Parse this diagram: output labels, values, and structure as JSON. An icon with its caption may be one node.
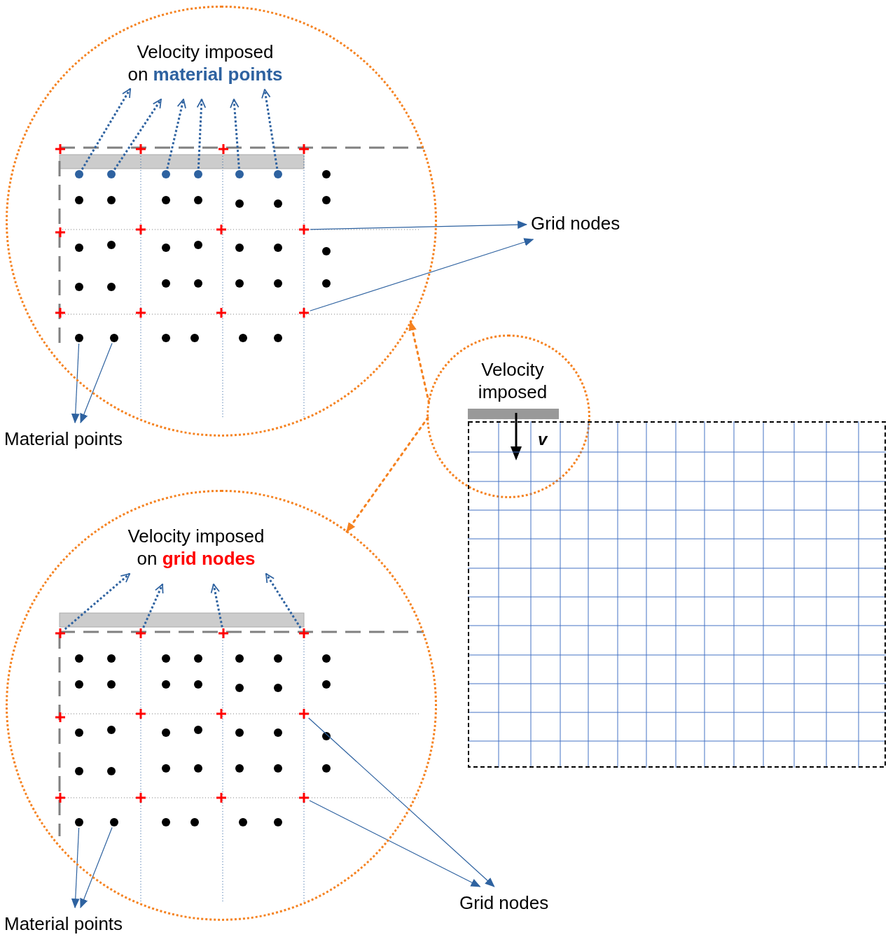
{
  "diagram": {
    "nodes": [
      {
        "text": [
          "Velocity imposed on **material points**"
        ]
      },
      {
        "text": [],
        "shape": "circle",
        "in": 0
      },
      {
        "text": [],
        "shape": "circle",
        "in": 0
      },
      {
        "text": [],
        "shape": "circle",
        "in": 0
      },
      {
        "text": [],
        "shape": "circle",
        "in": 0
      },
      {
        "text": [],
        "shape": "circle",
        "in": 0
      },
      {
        "text": [],
        "shape": "circle",
        "in": 0
      },
      {
        "text": [
          "Grid nodes"
        ]
      },
      {
        "text": [],
        "shape": "cross",
        "in": 0
      },
      {
        "text": [],
        "shape": "cross",
        "in": 0
      },
      {
        "text": [
          "Material points"
        ]
      },
      {
        "text": [],
        "shape": "circle",
        "in": 0
      },
      {
        "text": [],
        "shape": "circle",
        "in": 0
      },
      {
        "text": [
          "Velocity imposed"
        ]
      },
      {
        "text": [],
        "shape": "box"
      },
      {
        "text": [
          "Velocity imposed on **grid nodes**"
        ]
      },
      {
        "text": [],
        "shape": "cross",
        "in": 15
      },
      {
        "text": [],
        "shape": "cross",
        "in": 15
      },
      {
        "text": [],
        "shape": "cross",
        "in": 15
      },
      {
        "text": [],
        "shape": "cross",
        "in": 15
      },
      {
        "text": [],
        "shape": "cross",
        "in": 15
      },
      {
        "text": [],
        "shape": "cross",
        "in": 15
      },
      {
        "text": [
          "Grid nodes"
        ]
      },
      {
        "text": [
          "Material points"
        ]
      },
      {
        "text": [],
        "shape": "circle",
        "in": 15
      },
      {
        "text": [],
        "shape": "circle",
        "in": 15
      }
    ],
    "edges": [
      {
        "from": 1,
        "to": null,
        "arrow": "to",
        "style": "dashed"
      },
      {
        "from": 2,
        "to": null,
        "arrow": "to",
        "style": "dashed"
      },
      {
        "from": 3,
        "to": null,
        "arrow": "to",
        "style": "dashed"
      },
      {
        "from": 4,
        "to": null,
        "arrow": "to",
        "style": "dashed"
      },
      {
        "from": 5,
        "to": null,
        "arrow": "to",
        "style": "dashed"
      },
      {
        "from": 6,
        "to": null,
        "arrow": "to",
        "style": "dashed"
      },
      {
        "from": 8,
        "to": 7,
        "arrow": "to"
      },
      {
        "from": 9,
        "to": 7,
        "arrow": "to"
      },
      {
        "from": 11,
        "to": 10,
        "arrow": "to"
      },
      {
        "from": 12,
        "to": 10,
        "arrow": "to"
      },
      {
        "from": 13,
        "to": 0,
        "arrow": "to",
        "style": "dashed",
        "color": "#f58220"
      },
      {
        "from": 13,
        "to": 15,
        "arrow": "to",
        "style": "dashed",
        "color": "#f58220"
      },
      {
        "from": 16,
        "to": null,
        "arrow": "to",
        "style": "dashed"
      },
      {
        "from": 17,
        "to": null,
        "arrow": "to",
        "style": "dashed"
      },
      {
        "from": 18,
        "to": null,
        "arrow": "to",
        "style": "dashed"
      },
      {
        "from": 19,
        "to": null,
        "arrow": "to",
        "style": "dashed"
      },
      {
        "from": 20,
        "to": 22,
        "arrow": "to"
      },
      {
        "from": 21,
        "to": 22,
        "arrow": "to"
      },
      {
        "from": 24,
        "to": 23,
        "arrow": "to"
      },
      {
        "from": 25,
        "to": 23,
        "arrow": "to"
      }
    ],
    "labels": [
      "v"
    ]
  }
}
